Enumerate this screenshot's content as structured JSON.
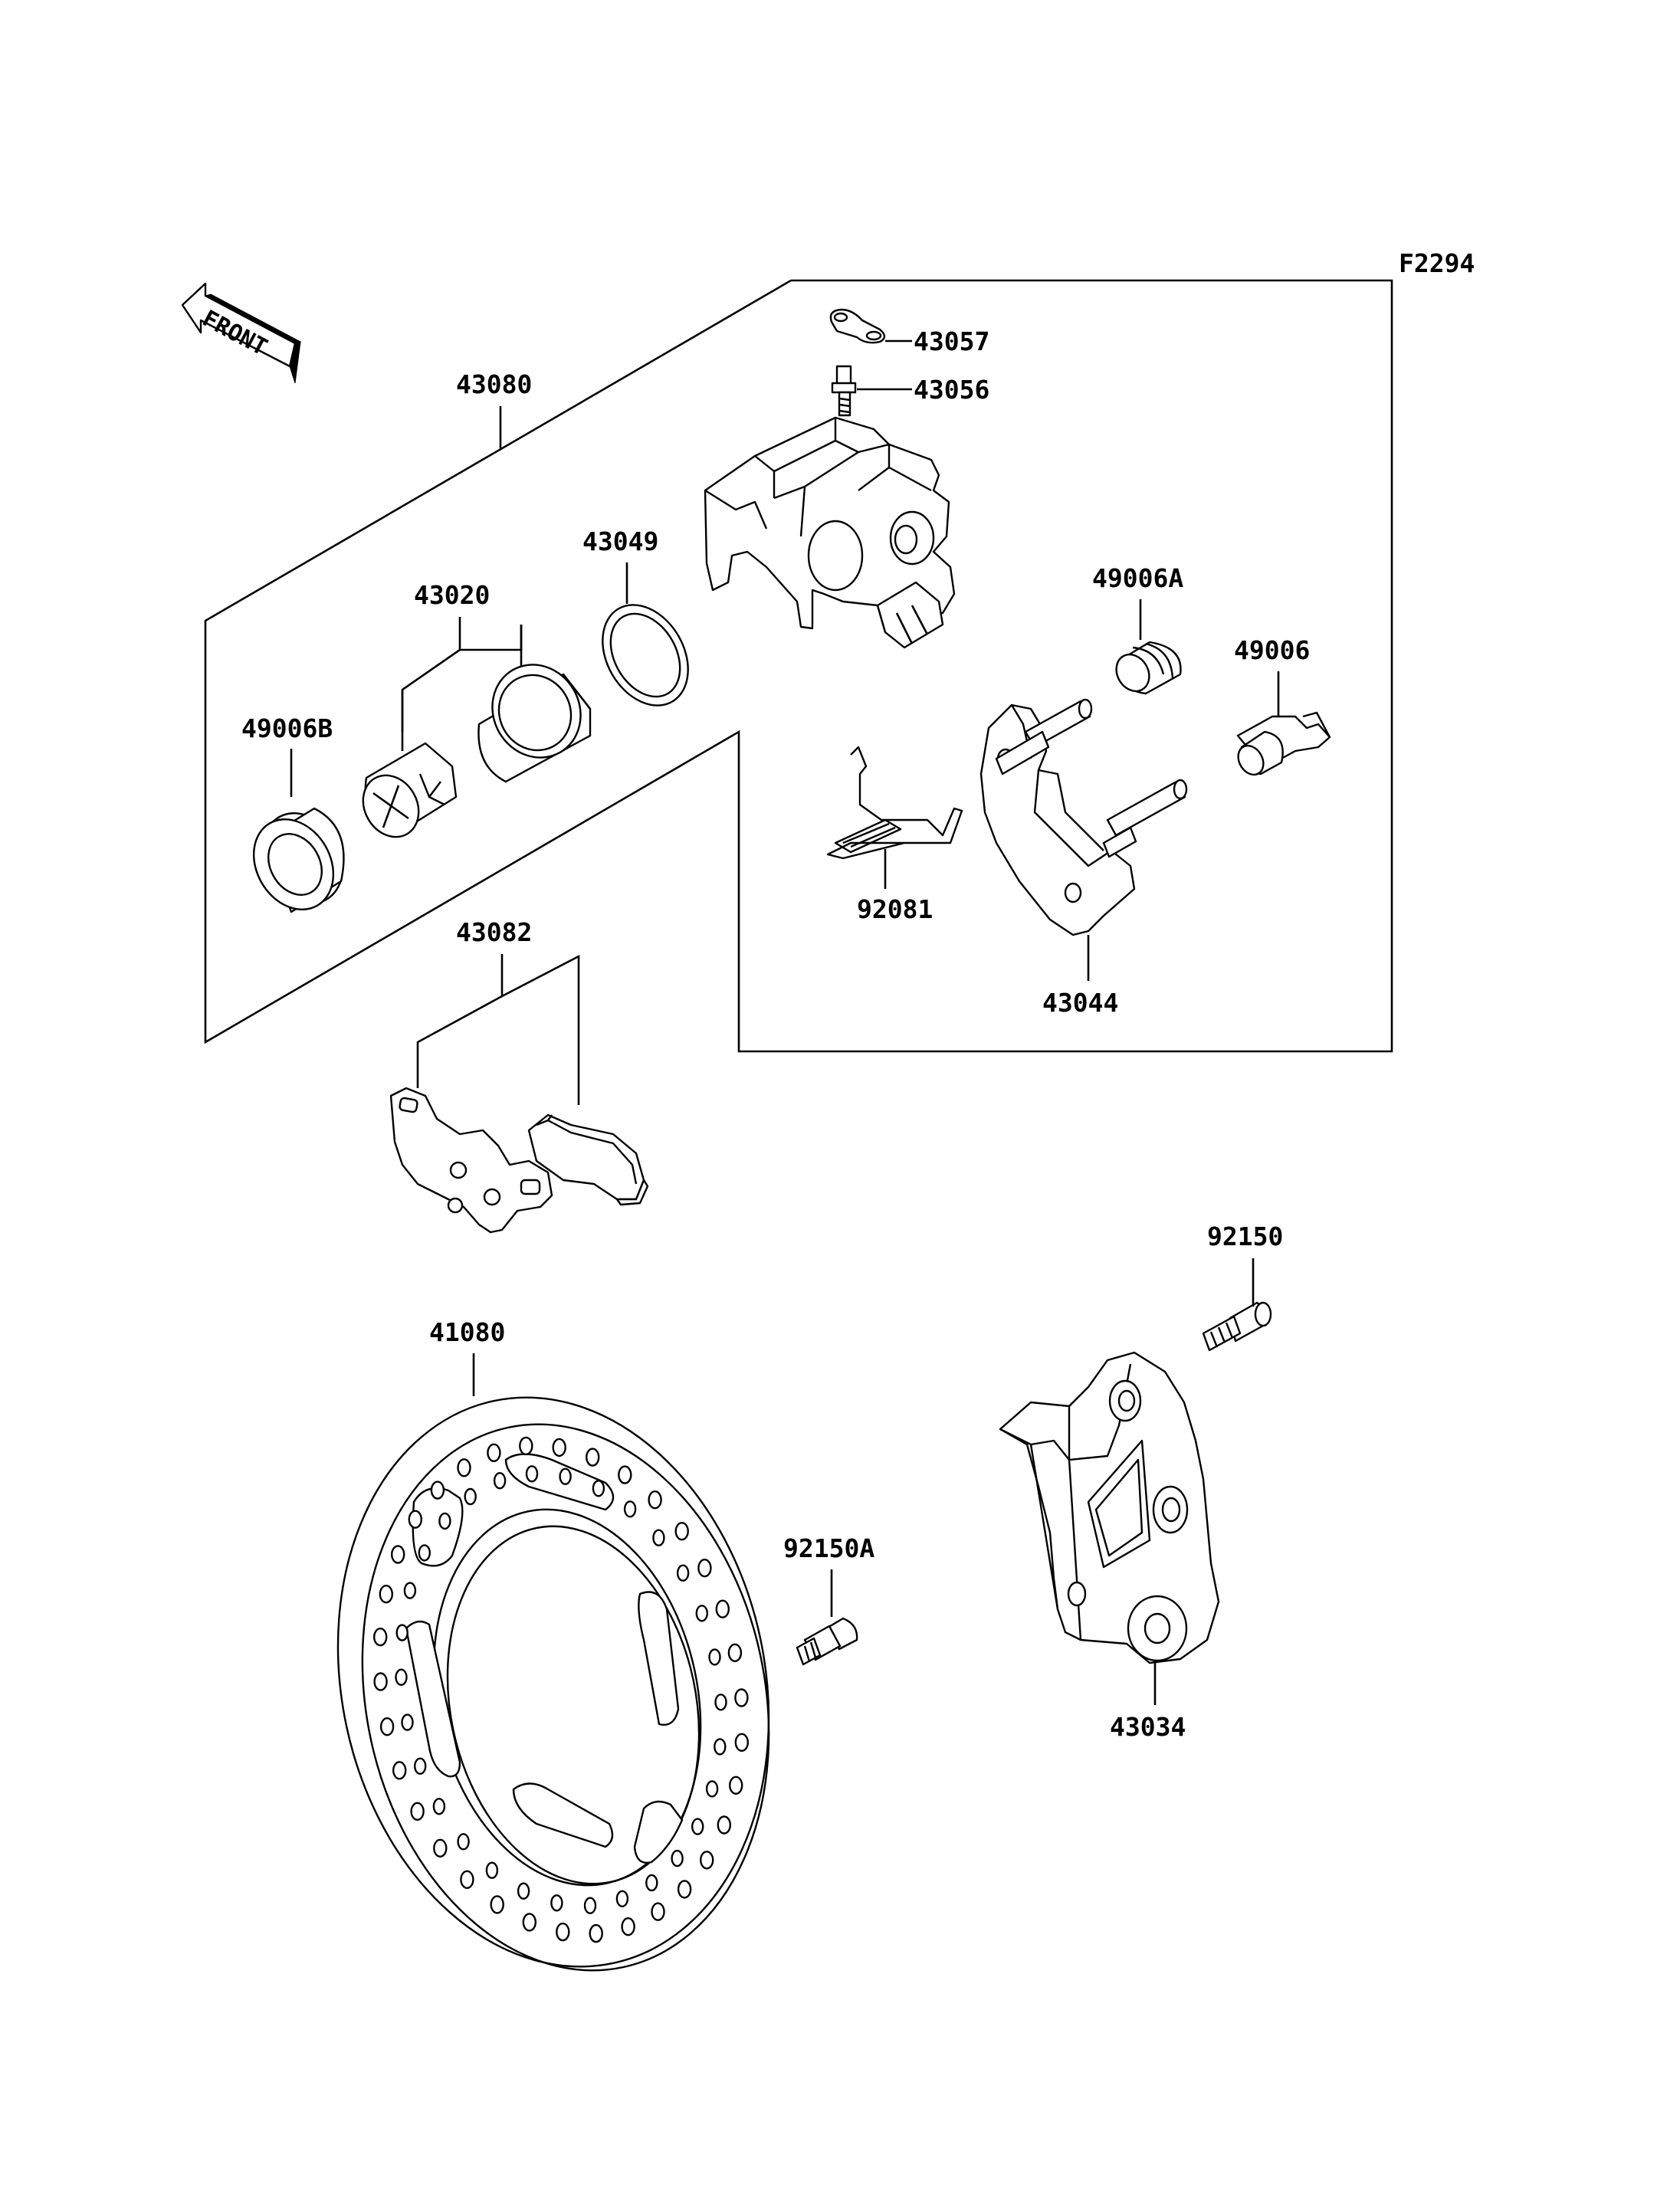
{
  "figure_code": "F2294",
  "direction_label": "FRONT",
  "parts": {
    "p43080": "43080",
    "p43057": "43057",
    "p43056": "43056",
    "p43049": "43049",
    "p43020": "43020",
    "p49006A": "49006A",
    "p49006": "49006",
    "p49006B": "49006B",
    "p92081": "92081",
    "p43044": "43044",
    "p43082": "43082",
    "p92150": "92150",
    "p41080": "41080",
    "p92150A": "92150A",
    "p43034": "43034"
  }
}
